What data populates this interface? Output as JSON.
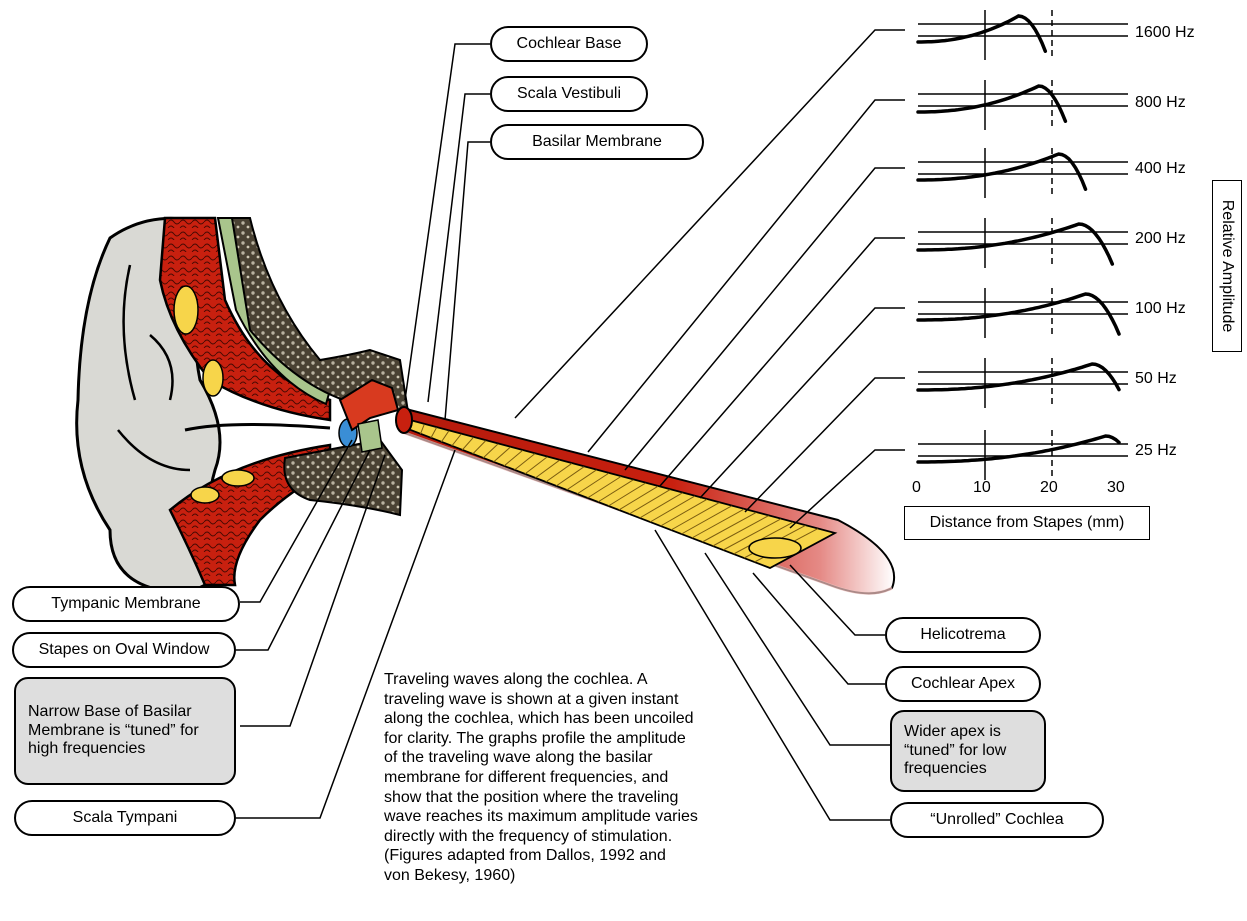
{
  "labels": {
    "cochlear_base": "Cochlear Base",
    "scala_vestibuli": "Scala Vestibuli",
    "basilar_membrane": "Basilar Membrane",
    "tympanic_membrane": "Tympanic Membrane",
    "stapes_oval_window": "Stapes on Oval Window",
    "narrow_base": "Narrow Base of Basilar Membrane is “tuned” for high frequencies",
    "scala_tympani": "Scala Tympani",
    "helicotrema": "Helicotrema",
    "cochlear_apex": "Cochlear Apex",
    "wider_apex": "Wider apex is “tuned” for low frequencies",
    "unrolled_cochlea": "“Unrolled” Cochlea"
  },
  "caption_lines": [
    "Traveling waves along the cochlea.  A",
    "traveling wave is shown at a given instant",
    "along the cochlea, which has been uncoiled",
    "for clarity.  The graphs profile the amplitude",
    "of the traveling wave along the basilar",
    "membrane for different frequencies, and",
    "show that the position where the traveling",
    "wave reaches its maximum amplitude varies",
    "directly with the frequency of stimulation.",
    "(Figures adapted from Dallos, 1992 and",
    " von Bekesy, 1960)"
  ],
  "graphs": {
    "frequencies": [
      "1600 Hz",
      "800 Hz",
      "400 Hz",
      "200 Hz",
      "100 Hz",
      "50 Hz",
      "25 Hz"
    ],
    "peak_position_mm": [
      15,
      18,
      21,
      24,
      25,
      26,
      28
    ],
    "x_ticks": [
      "0",
      "10",
      "20",
      "30"
    ],
    "x_axis_label": "Distance from Stapes (mm)",
    "y_axis_label": "Relative Amplitude"
  },
  "colors": {
    "tissue_red": "#c8200f",
    "bone_dark": "#4a4233",
    "membrane_yellow": "#f7d54a",
    "skin_grey": "#d9d9d4",
    "fluid_green": "#a9c58c",
    "box_grey": "#dedede"
  }
}
